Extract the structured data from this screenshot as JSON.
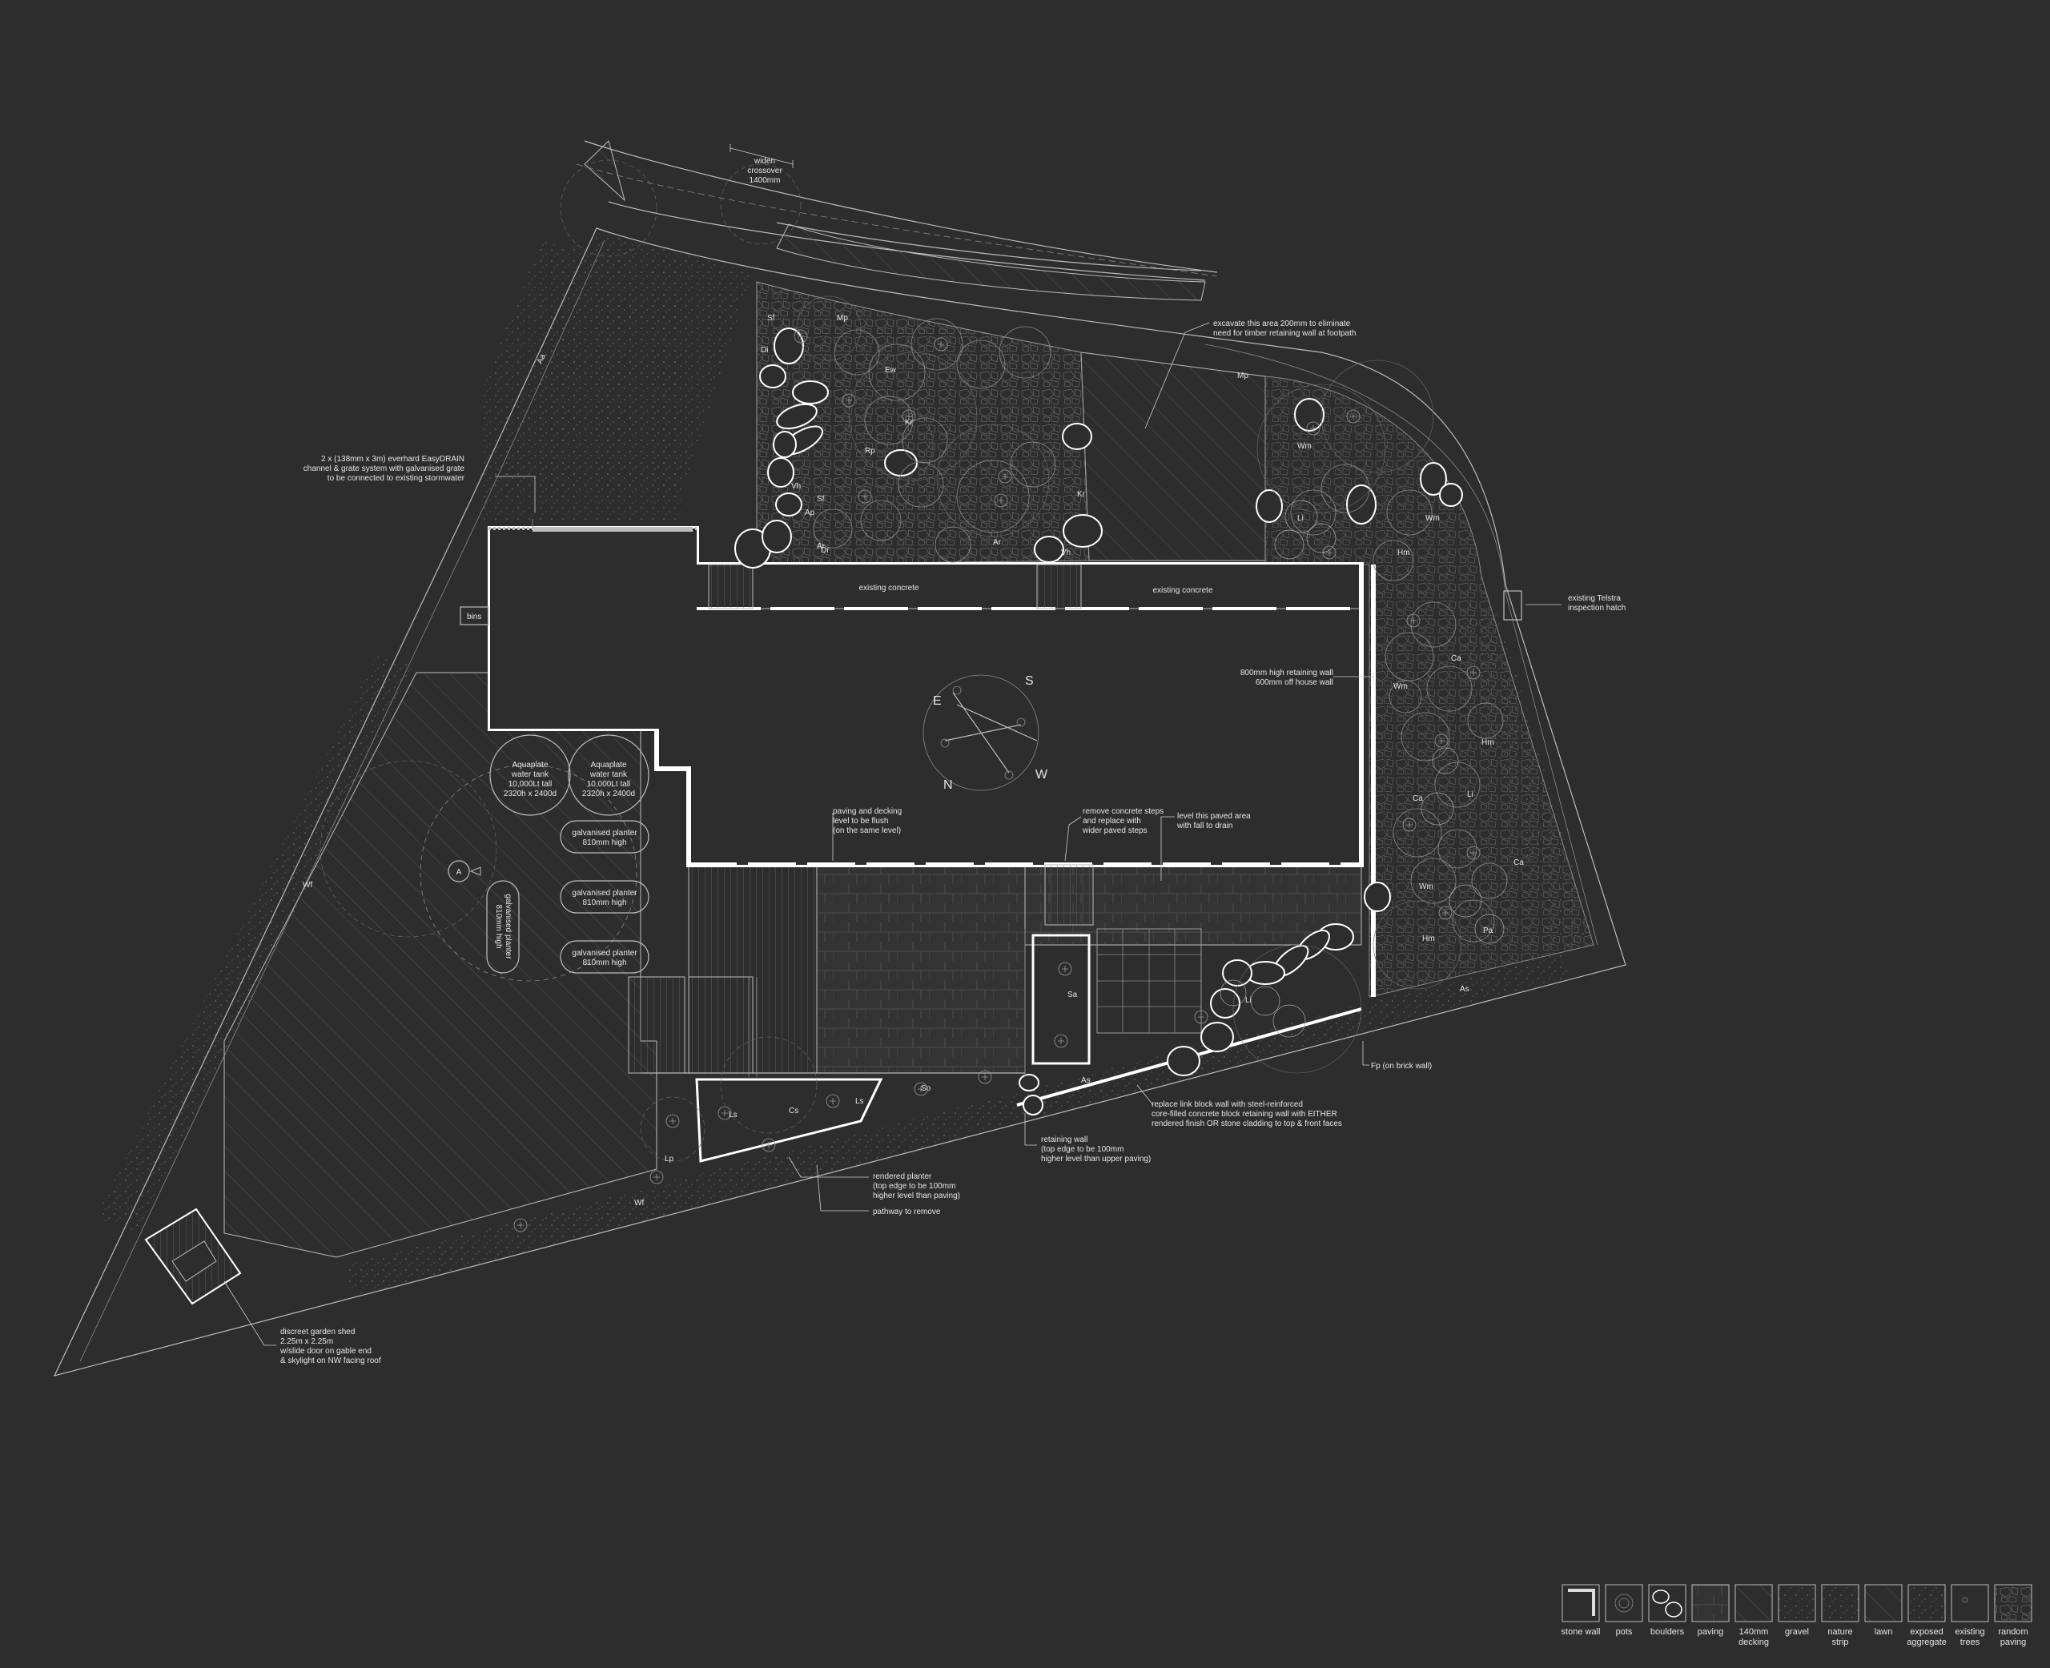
{
  "annotations": {
    "widen_crossover": [
      "widen",
      "crossover",
      "1400mm"
    ],
    "excavate": [
      "excavate this area 200mm to eliminate",
      "need for timber retaining wall at footpath"
    ],
    "drain": [
      "2 x (138mm x 3m) everhard EasyDRAIN",
      "channel & grate system with galvanised grate",
      "to be connected to existing stormwater"
    ],
    "telstra": [
      "existing Telstra",
      "inspection hatch"
    ],
    "retaining_house": [
      "800mm high retaining wall",
      "600mm off house wall"
    ],
    "existing_concrete_1": "existing concrete",
    "existing_concrete_2": "existing concrete",
    "bins": "bins",
    "tank_1": [
      "Aquaplate",
      "water tank",
      "10,000Lt tall",
      "2320h x 2400d"
    ],
    "tank_2": [
      "Aquaplate",
      "water tank",
      "10,000Lt tall",
      "2320h x 2400d"
    ],
    "planter_1": [
      "galvanised planter",
      "810mm high"
    ],
    "planter_2": [
      "galvanised planter",
      "810mm high"
    ],
    "planter_3": [
      "galvanised planter",
      "810mm high"
    ],
    "planter_vertical": [
      "galvanised planter",
      "810mm high"
    ],
    "paving_decking": [
      "paving and decking",
      "level to be flush",
      "(on the same level)"
    ],
    "remove_steps": [
      "remove concrete steps",
      "and replace with",
      "wider paved steps"
    ],
    "level_paved": [
      "level this paved area",
      "with fall to drain"
    ],
    "fp_brick": "Fp (on brick wall)",
    "replace_link": [
      "replace link block wall with steel-reinforced",
      "core-filled concrete block retaining wall with EITHER",
      "rendered finish OR stone cladding to top & front faces"
    ],
    "retaining_wall": [
      "retaining wall",
      "(top edge to be 100mm",
      "higher level than upper paving)"
    ],
    "rendered_planter": [
      "rendered planter",
      "(top edge to be 100mm",
      "higher level than paving)"
    ],
    "pathway_remove": "pathway to remove",
    "shed": [
      "discreet garden shed",
      "2.25m x 2.25m",
      "w/slide door on gable end",
      "& skylight on NW facing roof"
    ],
    "section_marker": "A"
  },
  "compass": {
    "S": "S",
    "E": "E",
    "N": "N",
    "W": "W"
  },
  "plant_codes": {
    "sf1": "Sf",
    "mp1": "Mp",
    "di1": "Di",
    "ew": "Ew",
    "kr1": "Kr",
    "rp": "Rp",
    "sf2": "Sf",
    "vh1": "Vh",
    "ap": "Ap",
    "ar1": "Ar",
    "ar2": "Ar",
    "dr": "Dr",
    "kr2": "Kr",
    "vh2": "Vh",
    "mp2": "Mp",
    "aa": "Aa",
    "wm1": "Wm",
    "li1": "Li",
    "hm1": "Hm",
    "wm2": "Wm",
    "wm3": "Wm",
    "ca1": "Ca",
    "hm2": "Hm",
    "ca2": "Ca",
    "li2": "Li",
    "ca3": "Ca",
    "wm4": "Wm",
    "pa": "Pa",
    "hm3": "Hm",
    "as1": "As",
    "li3": "Li",
    "sa": "Sa",
    "as2": "As",
    "so": "So",
    "cs": "Cs",
    "ls1": "Ls",
    "ls2": "Ls",
    "lp": "Lp",
    "wf1": "Wf",
    "wf2": "Wf"
  },
  "legend": [
    {
      "label": [
        "stone wall"
      ]
    },
    {
      "label": [
        "pots"
      ]
    },
    {
      "label": [
        "boulders"
      ]
    },
    {
      "label": [
        "paving"
      ]
    },
    {
      "label": [
        "140mm",
        "decking"
      ]
    },
    {
      "label": [
        "gravel"
      ]
    },
    {
      "label": [
        "nature",
        "strip"
      ]
    },
    {
      "label": [
        "lawn"
      ]
    },
    {
      "label": [
        "exposed",
        "aggregate"
      ]
    },
    {
      "label": [
        "existing",
        "trees"
      ]
    },
    {
      "label": [
        "random",
        "paving"
      ]
    }
  ]
}
